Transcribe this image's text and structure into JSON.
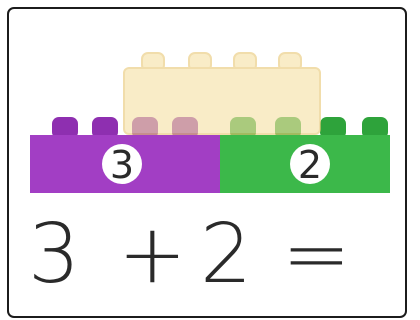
{
  "colors": {
    "purple_brick": "#a23ec4",
    "purple_stud": "#8e2fb0",
    "green_brick": "#3cb84a",
    "green_stud": "#2ea33b",
    "ghost_brick": "#f6e2a6",
    "ghost_stroke": "#e9c978",
    "badge": "#ffffff",
    "text": "#2a2a2a",
    "frame": "#1c1c1c"
  },
  "bricks": {
    "left": {
      "count_label": "3"
    },
    "right": {
      "count_label": "2"
    }
  },
  "equation": {
    "a": "3",
    "op": "+",
    "b": "2",
    "eq": "="
  }
}
